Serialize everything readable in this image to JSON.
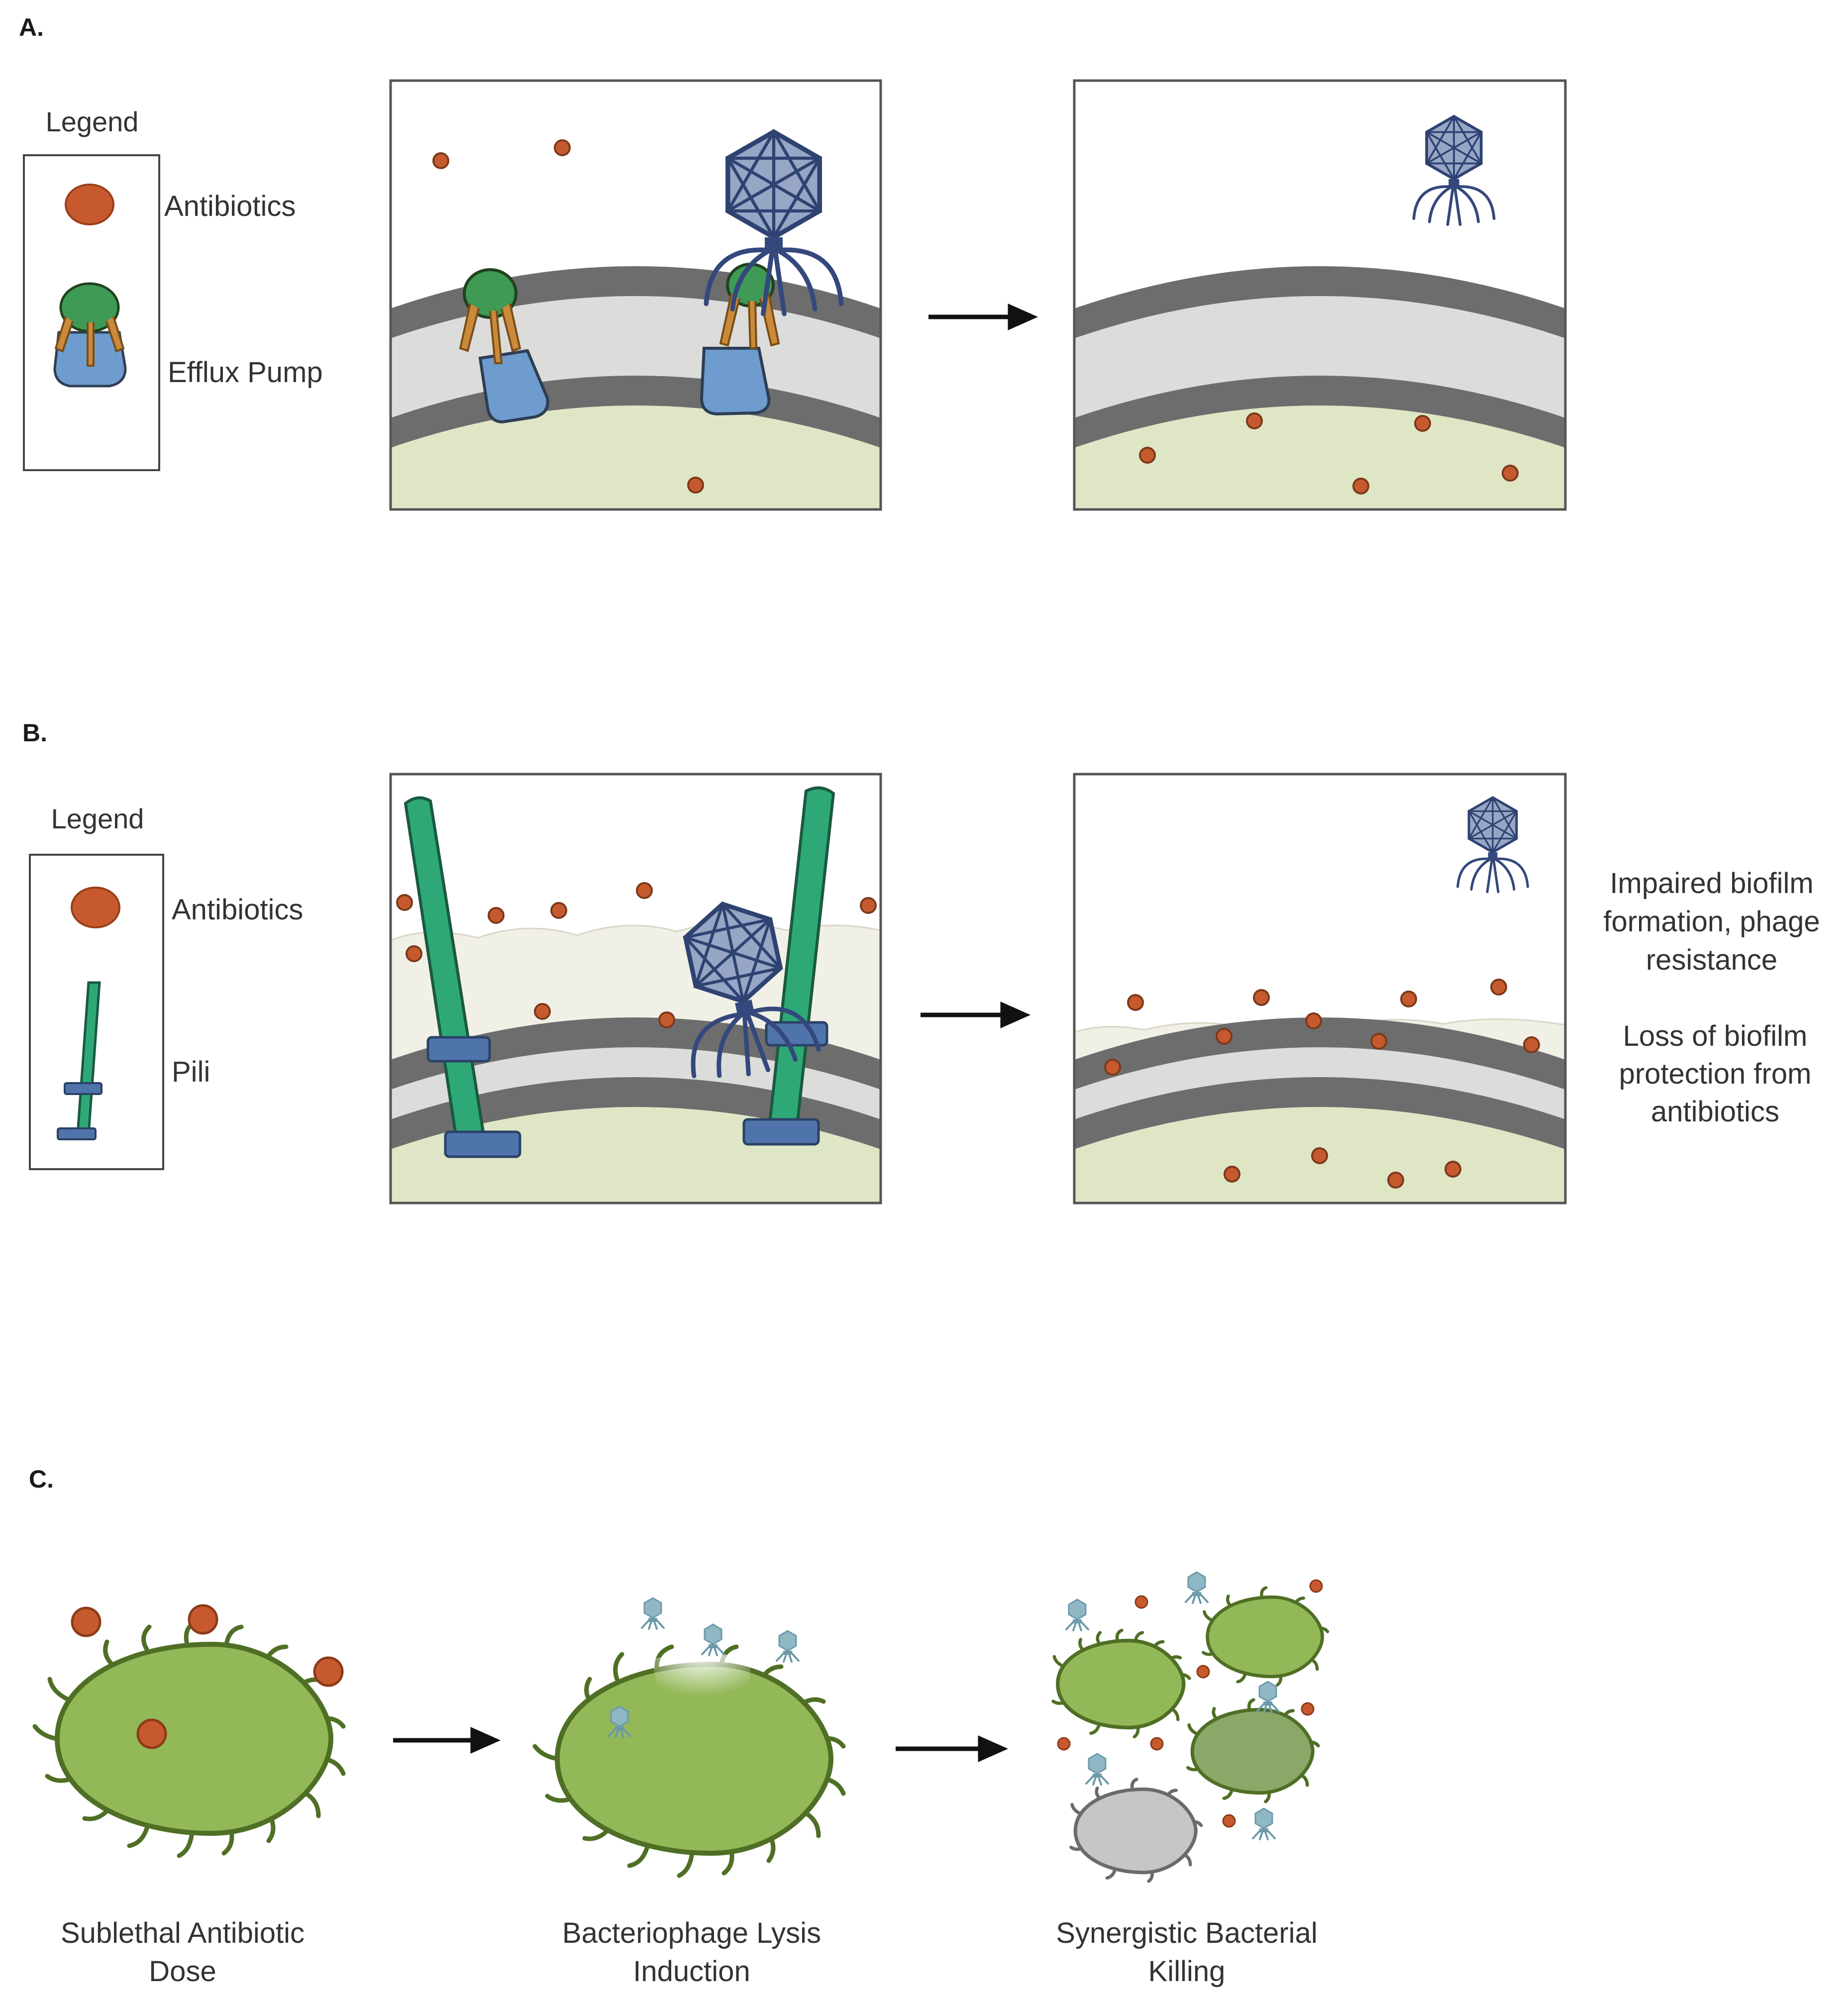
{
  "panels": {
    "a": {
      "letter": "A.",
      "legend_title": "Legend",
      "legend_items": [
        "Antibiotics",
        "Efflux Pump"
      ]
    },
    "b": {
      "letter": "B.",
      "legend_title": "Legend",
      "legend_items": [
        "Antibiotics",
        "Pili"
      ],
      "notes": [
        [
          "Impaired biofilm",
          "formation, phage",
          "resistance"
        ],
        [
          "Loss of biofilm",
          "protection from",
          "antibiotics"
        ]
      ]
    },
    "c": {
      "letter": "C.",
      "stages": [
        [
          "Sublethal Antibiotic",
          "Dose"
        ],
        [
          "Bacteriophage Lysis",
          "Induction"
        ],
        [
          "Synergistic Bacterial",
          "Killing"
        ]
      ]
    }
  },
  "colors": {
    "antibiotic": "#c65a2e",
    "phage": "#34487c",
    "phage_small": "#8fb7c4",
    "membrane": "#6d6d6d",
    "periplasm": "#dcdcda",
    "cytoplasm": "#dfe6c6",
    "pump_top": "#3e9a55",
    "pump_arms": "#c98a3c",
    "pump_base": "#6e9cce",
    "pili": "#2fa877",
    "pili_ring": "#4f74ab",
    "cell": "#93b858",
    "cell_edge": "#4f6f25"
  },
  "icons": [
    "antibiotic-icon",
    "efflux-pump-icon",
    "pili-icon",
    "bacteriophage-icon",
    "bacterium-icon",
    "arrow-icon"
  ]
}
